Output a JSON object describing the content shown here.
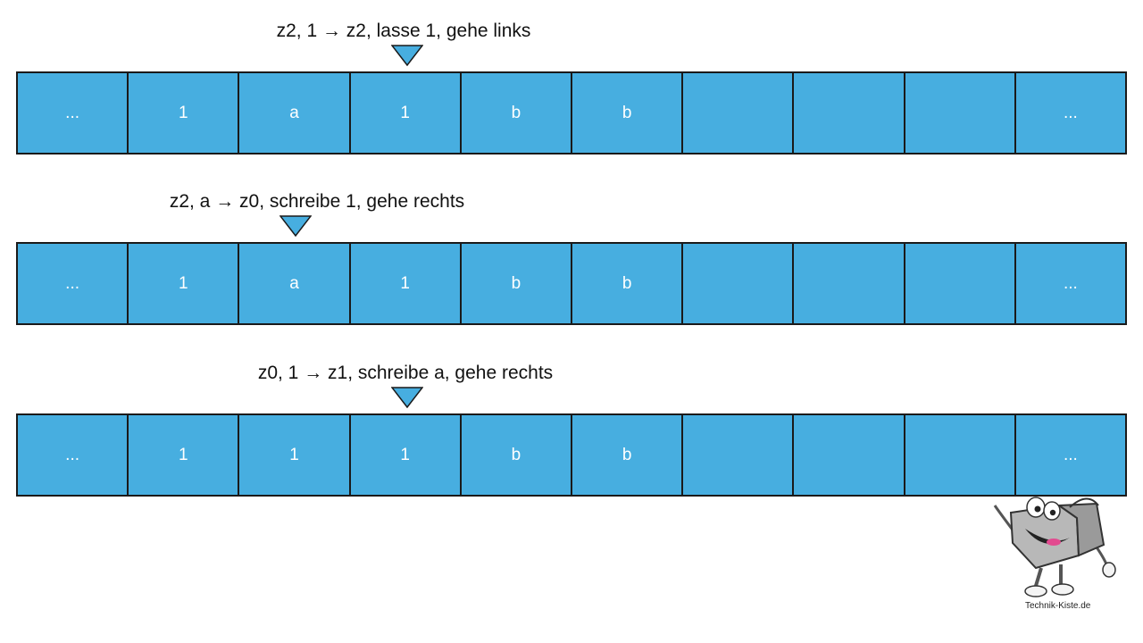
{
  "colors": {
    "tape_fill": "#47aee0",
    "border": "#1a1a1a",
    "cell_text": "#ffffff",
    "marker": "#47aee0"
  },
  "steps": [
    {
      "label": "z2, 1 → z2, lasse 1, gehe links",
      "head_cell": 3,
      "cells": [
        "...",
        "1",
        "a",
        "1",
        "b",
        "b",
        "",
        "",
        "",
        "..."
      ]
    },
    {
      "label": "z2, a → z0, schreibe 1, gehe rechts",
      "head_cell": 2,
      "cells": [
        "...",
        "1",
        "a",
        "1",
        "b",
        "b",
        "",
        "",
        "",
        "..."
      ]
    },
    {
      "label": "z0, 1 → z1, schreibe a, gehe rechts",
      "head_cell": 3,
      "cells": [
        "...",
        "1",
        "1",
        "1",
        "b",
        "b",
        "",
        "",
        "",
        "..."
      ]
    }
  ],
  "brand": {
    "text": "Technik-Kiste.de",
    "icon": "toolbox-mascot-icon"
  }
}
